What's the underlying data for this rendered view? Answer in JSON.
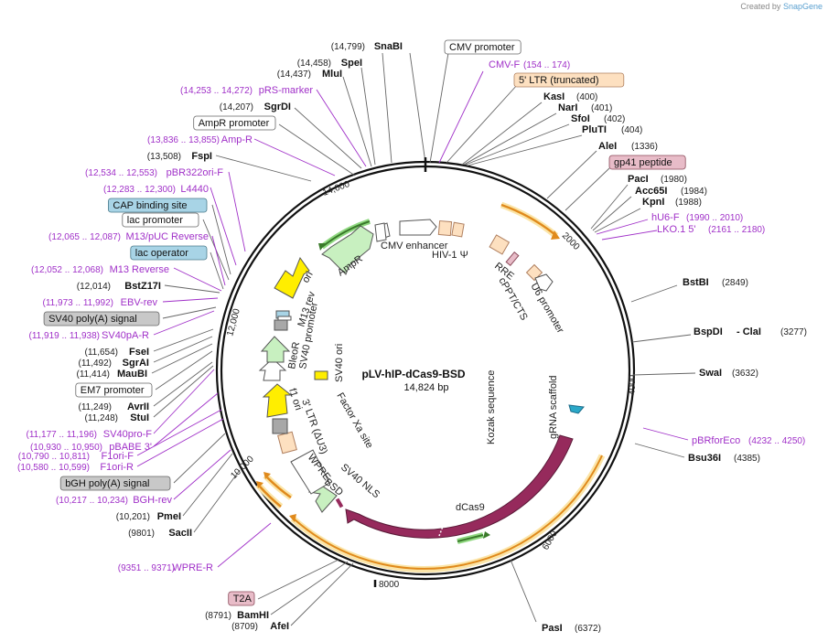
{
  "plasmid": {
    "name": "pLV-hIP-dCas9-BSD",
    "size": "14,824 bp"
  },
  "credit": {
    "prefix": "Created by",
    "brand": "SnapGene"
  },
  "scale_ticks": [
    "2000",
    "4000",
    "6000",
    "8000",
    "10,000",
    "12,000",
    "14,000"
  ],
  "sites_right": [
    {
      "name": "CMV promoter",
      "style": "box"
    },
    {
      "name": "CMV-F",
      "pos": "(154 .. 174)",
      "style": "primer"
    },
    {
      "name": "5' LTR (truncated)",
      "style": "ltr"
    },
    {
      "name": "KasI",
      "pos": "(400)",
      "style": "enzyme"
    },
    {
      "name": "NarI",
      "pos": "(401)",
      "style": "enzyme"
    },
    {
      "name": "SfoI",
      "pos": "(402)",
      "style": "enzyme"
    },
    {
      "name": "PluTI",
      "pos": "(404)",
      "style": "enzyme"
    },
    {
      "name": "AleI",
      "pos": "(1336)",
      "style": "enzyme"
    },
    {
      "name": "gp41 peptide",
      "style": "pink"
    },
    {
      "name": "PacI",
      "pos": "(1980)",
      "style": "enzyme"
    },
    {
      "name": "Acc65I",
      "pos": "(1984)",
      "style": "enzyme"
    },
    {
      "name": "KpnI",
      "pos": "(1988)",
      "style": "enzyme"
    },
    {
      "name": "hU6-F",
      "pos": "(1990 .. 2010)",
      "style": "primer"
    },
    {
      "name": "LKO.1 5'",
      "pos": "(2161 .. 2180)",
      "style": "primer"
    },
    {
      "name": "BstBI",
      "pos": "(2849)",
      "style": "enzyme"
    },
    {
      "name": "BspDI",
      "extra": "- ClaI",
      "pos": "(3277)",
      "style": "enzyme"
    },
    {
      "name": "SwaI",
      "pos": "(3632)",
      "style": "enzyme"
    },
    {
      "name": "pBRforEco",
      "pos": "(4232 .. 4250)",
      "style": "primer"
    },
    {
      "name": "Bsu36I",
      "pos": "(4385)",
      "style": "enzyme"
    },
    {
      "name": "PasI",
      "pos": "(6372)",
      "style": "enzyme"
    }
  ],
  "sites_left": [
    {
      "name": "SnaBI",
      "pos": "(14,799)",
      "style": "enzyme"
    },
    {
      "name": "SpeI",
      "pos": "(14,458)",
      "style": "enzyme"
    },
    {
      "name": "MluI",
      "pos": "(14,437)",
      "style": "enzyme"
    },
    {
      "name": "pRS-marker",
      "pos": "(14,253 .. 14,272)",
      "style": "primer"
    },
    {
      "name": "SgrDI",
      "pos": "(14,207)",
      "style": "enzyme"
    },
    {
      "name": "AmpR promoter",
      "style": "box"
    },
    {
      "name": "Amp-R",
      "pos": "(13,836 .. 13,855)",
      "style": "primer"
    },
    {
      "name": "FspI",
      "pos": "(13,508)",
      "style": "enzyme"
    },
    {
      "name": "pBR322ori-F",
      "pos": "(12,534 .. 12,553)",
      "style": "primer"
    },
    {
      "name": "L4440",
      "pos": "(12,283 .. 12,300)",
      "style": "primer"
    },
    {
      "name": "CAP binding site",
      "style": "cap"
    },
    {
      "name": "lac promoter",
      "style": "box"
    },
    {
      "name": "M13/pUC Reverse",
      "pos": "(12,065 .. 12,087)",
      "style": "primer"
    },
    {
      "name": "lac operator",
      "style": "cap"
    },
    {
      "name": "M13 Reverse",
      "pos": "(12,052 .. 12,068)",
      "style": "primer"
    },
    {
      "name": "BstZ17I",
      "pos": "(12,014)",
      "style": "enzyme"
    },
    {
      "name": "EBV-rev",
      "pos": "(11,973 .. 11,992)",
      "style": "primer"
    },
    {
      "name": "SV40 poly(A) signal",
      "style": "grey"
    },
    {
      "name": "SV40pA-R",
      "pos": "(11,919 .. 11,938)",
      "style": "primer"
    },
    {
      "name": "FseI",
      "pos": "(11,654)",
      "style": "enzyme"
    },
    {
      "name": "SgrAI",
      "pos": "(11,492)",
      "style": "enzyme"
    },
    {
      "name": "MauBI",
      "pos": "(11,414)",
      "style": "enzyme"
    },
    {
      "name": "EM7 promoter",
      "style": "box"
    },
    {
      "name": "AvrII",
      "pos": "(11,249)",
      "style": "enzyme"
    },
    {
      "name": "StuI",
      "pos": "(11,248)",
      "style": "enzyme"
    },
    {
      "name": "SV40pro-F",
      "pos": "(11,177 .. 11,196)",
      "style": "primer"
    },
    {
      "name": "pBABE 3'",
      "pos": "(10,930 .. 10,950)",
      "style": "primer"
    },
    {
      "name": "F1ori-F",
      "pos": "(10,790 .. 10,811)",
      "style": "primer"
    },
    {
      "name": "F1ori-R",
      "pos": "(10,580 .. 10,599)",
      "style": "primer"
    },
    {
      "name": "bGH poly(A) signal",
      "style": "grey"
    },
    {
      "name": "BGH-rev",
      "pos": "(10,217 .. 10,234)",
      "style": "primer"
    },
    {
      "name": "PmeI",
      "pos": "(10,201)",
      "style": "enzyme"
    },
    {
      "name": "SacII",
      "pos": "(9801)",
      "style": "enzyme"
    },
    {
      "name": "WPRE-R",
      "pos": "(9351 .. 9371)",
      "style": "primer"
    },
    {
      "name": "T2A",
      "style": "pink"
    },
    {
      "name": "BamHI",
      "pos": "(8791)",
      "style": "enzyme"
    },
    {
      "name": "AfeI",
      "pos": "(8709)",
      "style": "enzyme"
    }
  ],
  "features": [
    {
      "name": "CMV enhancer"
    },
    {
      "name": "HIV-1 Ψ"
    },
    {
      "name": "RRE"
    },
    {
      "name": "cPPT/CTS"
    },
    {
      "name": "U6 promoter"
    },
    {
      "name": "gRNA scaffold"
    },
    {
      "name": "Kozak sequence"
    },
    {
      "name": "dCas9"
    },
    {
      "name": "SV40 NLS"
    },
    {
      "name": "BSD"
    },
    {
      "name": "WPRE"
    },
    {
      "name": "Factor Xa site"
    },
    {
      "name": "3' LTR (ΔU3)"
    },
    {
      "name": "f1 ori"
    },
    {
      "name": "BleoR"
    },
    {
      "name": "SV40 promoter"
    },
    {
      "name": "SV40 ori"
    },
    {
      "name": "M13 rev"
    },
    {
      "name": "ori"
    },
    {
      "name": "AmpR"
    }
  ],
  "colors": {
    "primer": "#a030c8",
    "enzyme": "#111111",
    "cap": "#a8d4e6",
    "pink": "#e8bcc8",
    "ltr": "#fde0c0",
    "grey": "#c8c8c8",
    "dcas9": "#962a5c",
    "ampr": "#c8f0c0",
    "ori": "#ffee00",
    "orange_arrow": "#e08a1c"
  }
}
